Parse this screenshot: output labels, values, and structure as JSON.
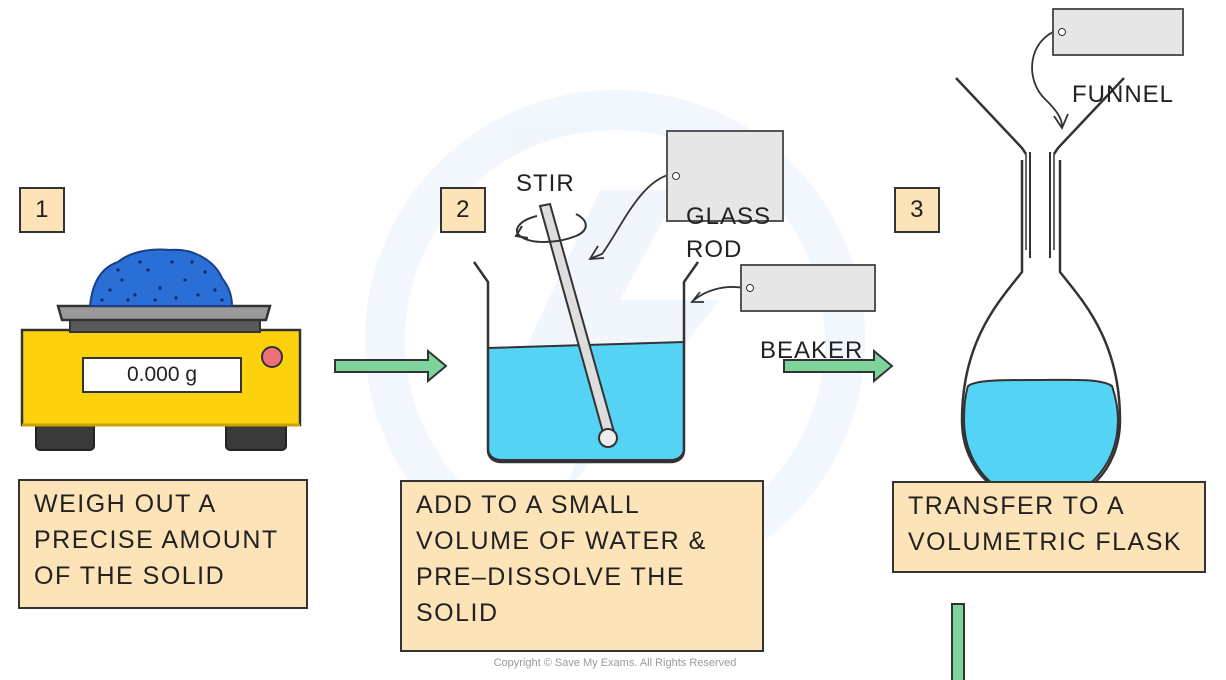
{
  "steps": [
    {
      "number": "1",
      "caption": "WEIGH  OUT  A\nPRECISE  AMOUNT\nOF  THE  SOLID"
    },
    {
      "number": "2",
      "caption": "ADD  TO  A  SMALL\nVOLUME  OF  WATER  &\nPRE–DISSOLVE  THE\nSOLID"
    },
    {
      "number": "3",
      "caption": "TRANSFER  TO  A\nVOLUMETRIC  FLASK"
    }
  ],
  "labels": {
    "scale_readout": "0.000 g",
    "stir": "STIR",
    "glass_rod": "GLASS\nROD",
    "beaker": "BEAKER",
    "funnel": "FUNNEL"
  },
  "copyright": "Copyright © Save My Exams. All Rights Reserved",
  "colors": {
    "caption_fill": "#fde3b8",
    "tag_fill": "#e6e6e6",
    "water": "#55d3f5",
    "scale_body": "#fcd20f",
    "solid": "#2a6fd6",
    "arrow": "#7ed39b",
    "stopper_button": "#ef6f7a"
  }
}
